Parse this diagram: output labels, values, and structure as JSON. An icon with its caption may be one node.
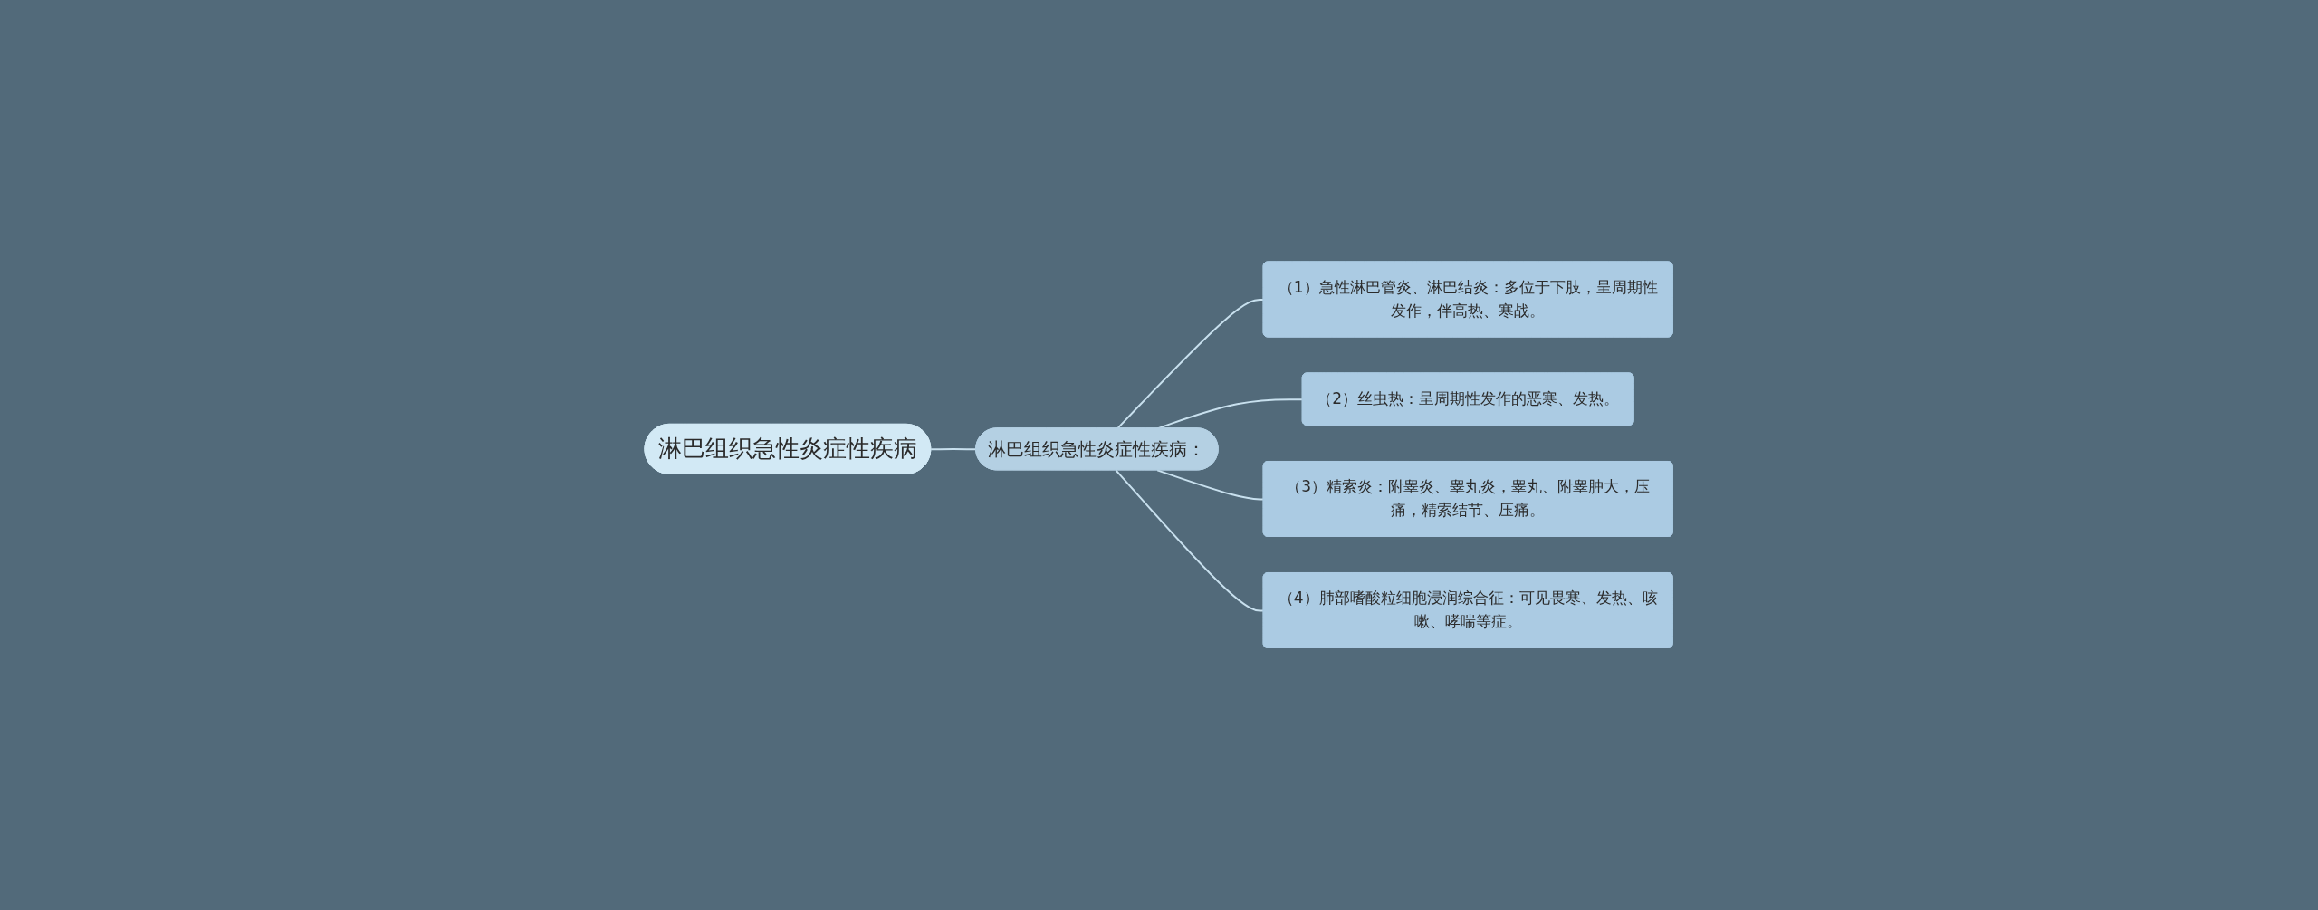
{
  "diagram": {
    "nodes": [
      {
        "text": [
          "淋巴组织急性炎症性疾病"
        ]
      },
      {
        "text": [
          "淋巴组织急性炎症性疾病："
        ]
      },
      {
        "text": [
          "（1）急性淋巴管炎、淋巴结炎：多位于下肢，呈周期性发作，伴高热、寒战。"
        ]
      },
      {
        "text": [
          "（2）丝虫热：呈周期性发作的恶寒、发热。"
        ]
      },
      {
        "text": [
          "（3）精索炎：附睾炎、睾丸炎，睾丸、附睾肿大，压痛，精索结节、压痛。"
        ]
      },
      {
        "text": [
          "（4）肺部嗜酸粒细胞浸润综合征：可见畏寒、发热、咳嗽、哮喘等症。"
        ]
      }
    ],
    "edges": [
      {
        "from": 0,
        "to": 1,
        "arrow": "none"
      },
      {
        "from": 1,
        "to": 2,
        "arrow": "none"
      },
      {
        "from": 1,
        "to": 3,
        "arrow": "none"
      },
      {
        "from": 1,
        "to": 4,
        "arrow": "none"
      },
      {
        "from": 1,
        "to": 5,
        "arrow": "none"
      }
    ]
  }
}
